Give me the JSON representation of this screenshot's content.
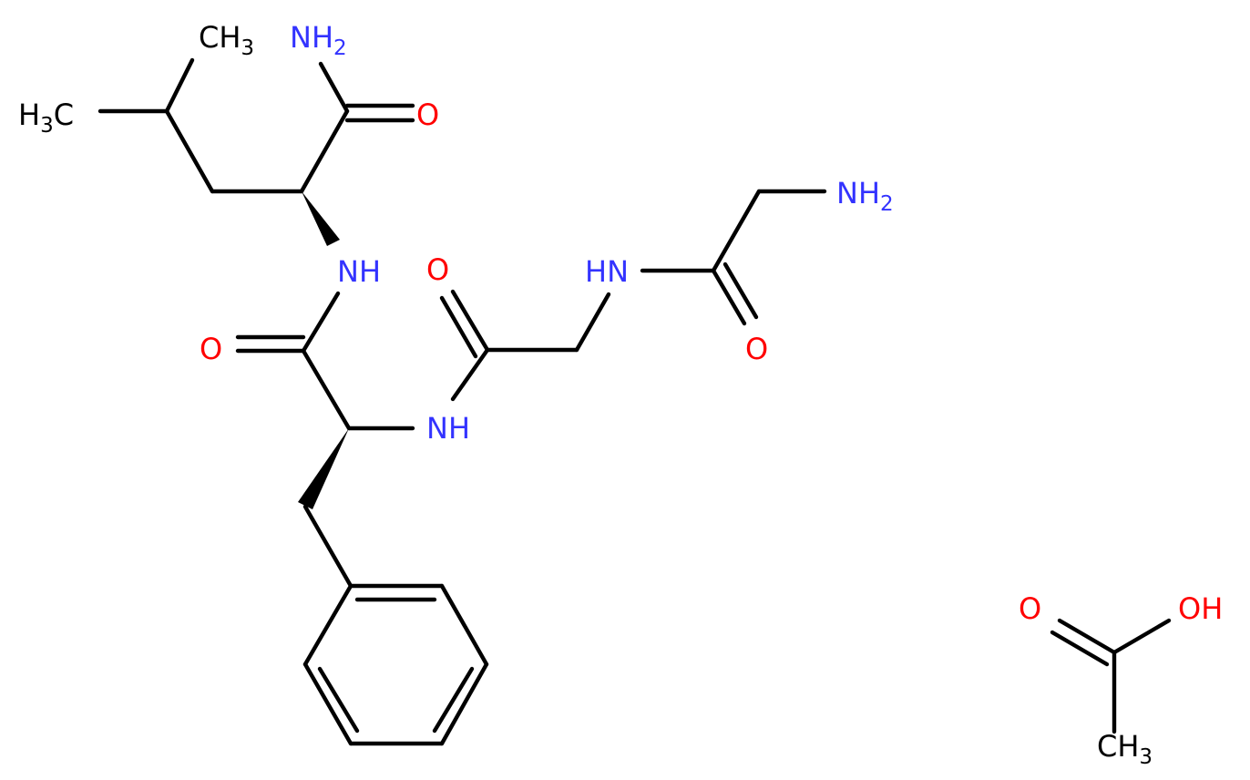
{
  "colors": {
    "carbon": "#000000",
    "nitrogen": "#3333ff",
    "oxygen": "#ff0000",
    "background": "#ffffff"
  },
  "atoms": {
    "ch3_top": {
      "main": "CH",
      "sub": "3"
    },
    "h3c_left": {
      "pre": "H",
      "sub": "3",
      "post": "C"
    },
    "nh2_amide": {
      "main": "NH",
      "sub": "2"
    },
    "o_amide": {
      "main": "O"
    },
    "nh_leu": {
      "main": "NH"
    },
    "o_phe": {
      "main": "O"
    },
    "nh_phe": {
      "main": "NH"
    },
    "o_gly2": {
      "main": "O"
    },
    "hn_gly1": {
      "main": "HN"
    },
    "o_gly1": {
      "main": "O"
    },
    "nh2_term": {
      "main": "NH",
      "sub": "2"
    },
    "o_acetic": {
      "main": "O"
    },
    "oh_acetic": {
      "main": "OH"
    },
    "ch3_acetic": {
      "main": "CH",
      "sub": "3"
    }
  }
}
